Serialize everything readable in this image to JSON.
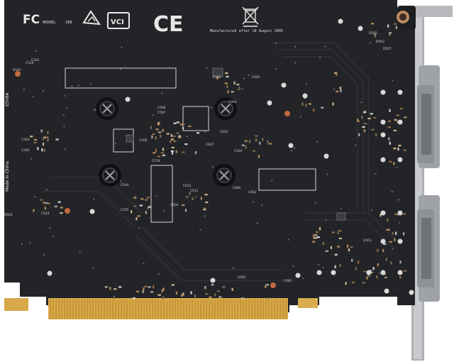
{
  "board": {
    "fcc_mark": "FC",
    "model_label": "MODEL:",
    "model_number": "189",
    "ce_mark": "CE",
    "vcci_mark": "VCI",
    "manufacture_note": "Manufactured after 18 August 2005",
    "origin": "Made in China",
    "serial_code": "E5V8A",
    "component_labels": [
      "C510",
      "C501",
      "C504",
      "C592",
      "C596",
      "C597",
      "C574",
      "C500",
      "C664",
      "C653",
      "C647",
      "C503",
      "C660",
      "C663",
      "C612",
      "C611",
      "C505",
      "C544",
      "C555",
      "C504",
      "C524",
      "D502",
      "D501",
      "D503",
      "D505",
      "D507",
      "U501",
      "U502",
      "C661",
      "C665"
    ]
  },
  "colors": {
    "pcb": "#232427",
    "pcb_edge": "#1a1b1e",
    "gold_finger": "#d7a94a",
    "bracket": "#bfc1c4",
    "silkscreen": "#e8e8e8"
  }
}
